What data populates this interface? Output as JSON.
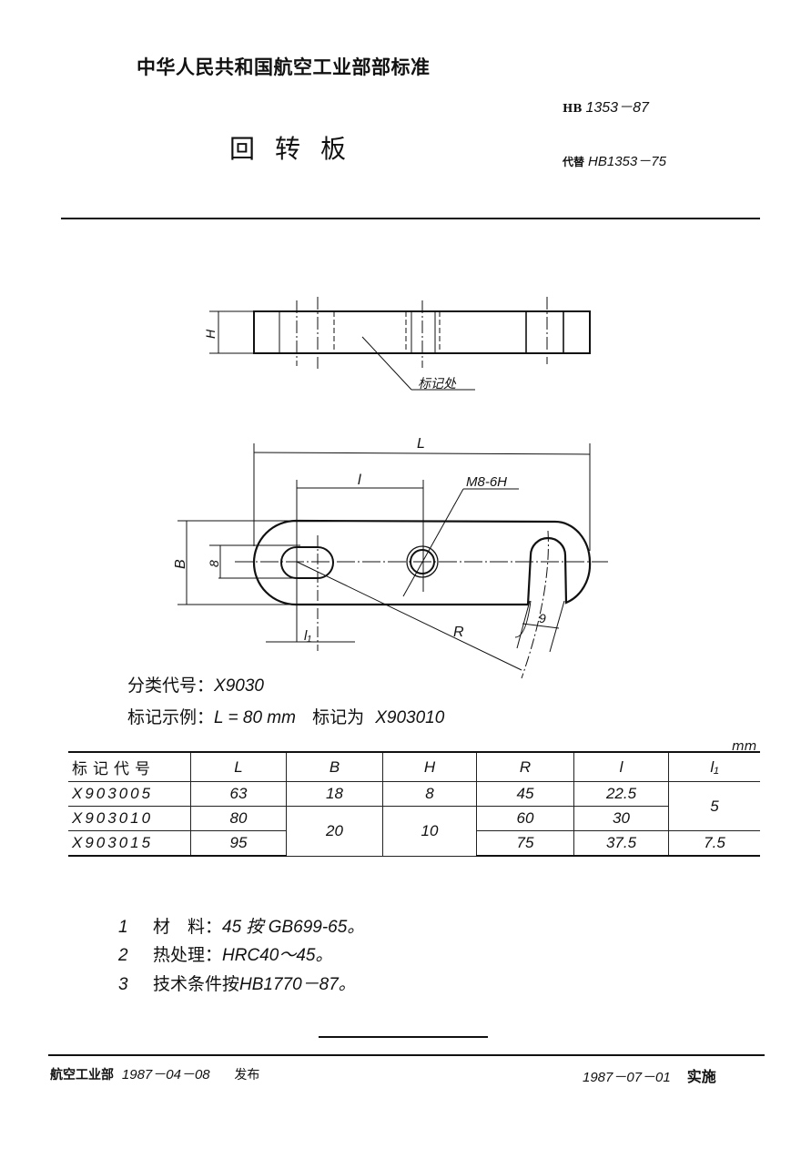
{
  "header": {
    "organization": "中华人民共和国航空工业部部标准",
    "standard_prefix": "HB",
    "standard_number": "1353－87",
    "replaces_label": "代替",
    "replaces_number": "HB1353－75",
    "title": "回转板"
  },
  "drawing": {
    "side_view": {
      "dim_H": "H",
      "marking_label": "标记处"
    },
    "top_view": {
      "dim_L": "L",
      "dim_l": "l",
      "thread_callout": "M8-6H",
      "dim_B": "B",
      "dim_slot": "8",
      "dim_l1": "l₁",
      "dim_R": "R",
      "dim_9": "9"
    }
  },
  "notes": {
    "classification_label": "分类代号：",
    "classification_value": "X9030",
    "example_label": "标记示例：",
    "example_value": "L = 80 mm",
    "example_mark_label": "标记为",
    "example_mark_value": "X903010"
  },
  "table": {
    "unit": "mm",
    "headers": [
      "标记代号",
      "L",
      "B",
      "H",
      "R",
      "l",
      "l₁"
    ],
    "rows": [
      {
        "code": "X903005",
        "L": "63",
        "B": "18",
        "H": "8",
        "R": "45",
        "l": "22.5",
        "l1": "5"
      },
      {
        "code": "X903010",
        "L": "80",
        "B": "20",
        "H": "10",
        "R": "60",
        "l": "30",
        "l1": "5"
      },
      {
        "code": "X903015",
        "L": "95",
        "B": "20",
        "H": "10",
        "R": "75",
        "l": "37.5",
        "l1": "7.5"
      }
    ]
  },
  "requirements": [
    {
      "num": "1",
      "label": "材　料：",
      "value": "45 按 GB699-65。"
    },
    {
      "num": "2",
      "label": "热处理：",
      "value": "HRC40～45。"
    },
    {
      "num": "3",
      "label": "技术条件按",
      "value": "HB1770－87。"
    }
  ],
  "footer": {
    "issuer": "航空工业部",
    "issue_date": "1987－04－08",
    "issue_label": "发布",
    "effective_date": "1987－07－01",
    "effective_label": "实施"
  }
}
